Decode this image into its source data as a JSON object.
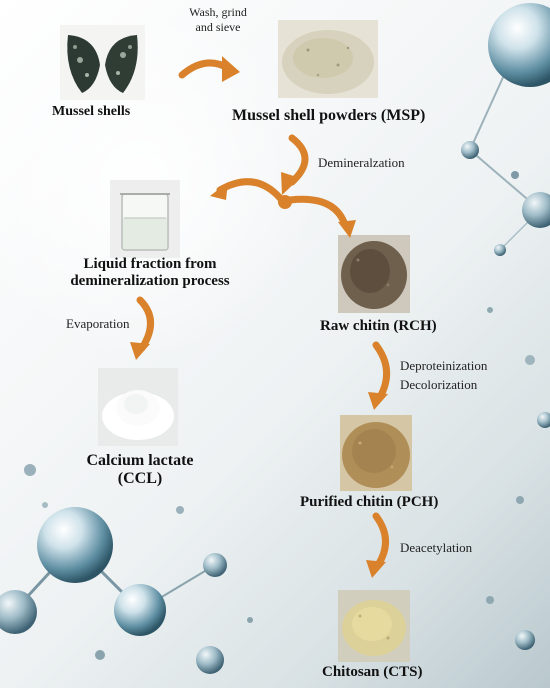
{
  "nodes": {
    "mussel_shells": "Mussel shells",
    "msp": "Mussel shell powders (MSP)",
    "liquid_line1": "Liquid fraction from",
    "liquid_line2": "demineralization process",
    "rch": "Raw chitin (RCH)",
    "ccl_line1": "Calcium lactate",
    "ccl_line2": "(CCL)",
    "pch": "Purified chitin (PCH)",
    "cts": "Chitosan (CTS)"
  },
  "steps": {
    "wash_line1": "Wash, grind",
    "wash_line2": "and sieve",
    "demineralization": "Demineralzation",
    "evaporation": "Evaporation",
    "deproteinization": "Deproteinization",
    "decolorization": "Decolorization",
    "deacetylation": "Deacetylation"
  },
  "colors": {
    "arrow": "#d9822b",
    "text": "#111111"
  }
}
